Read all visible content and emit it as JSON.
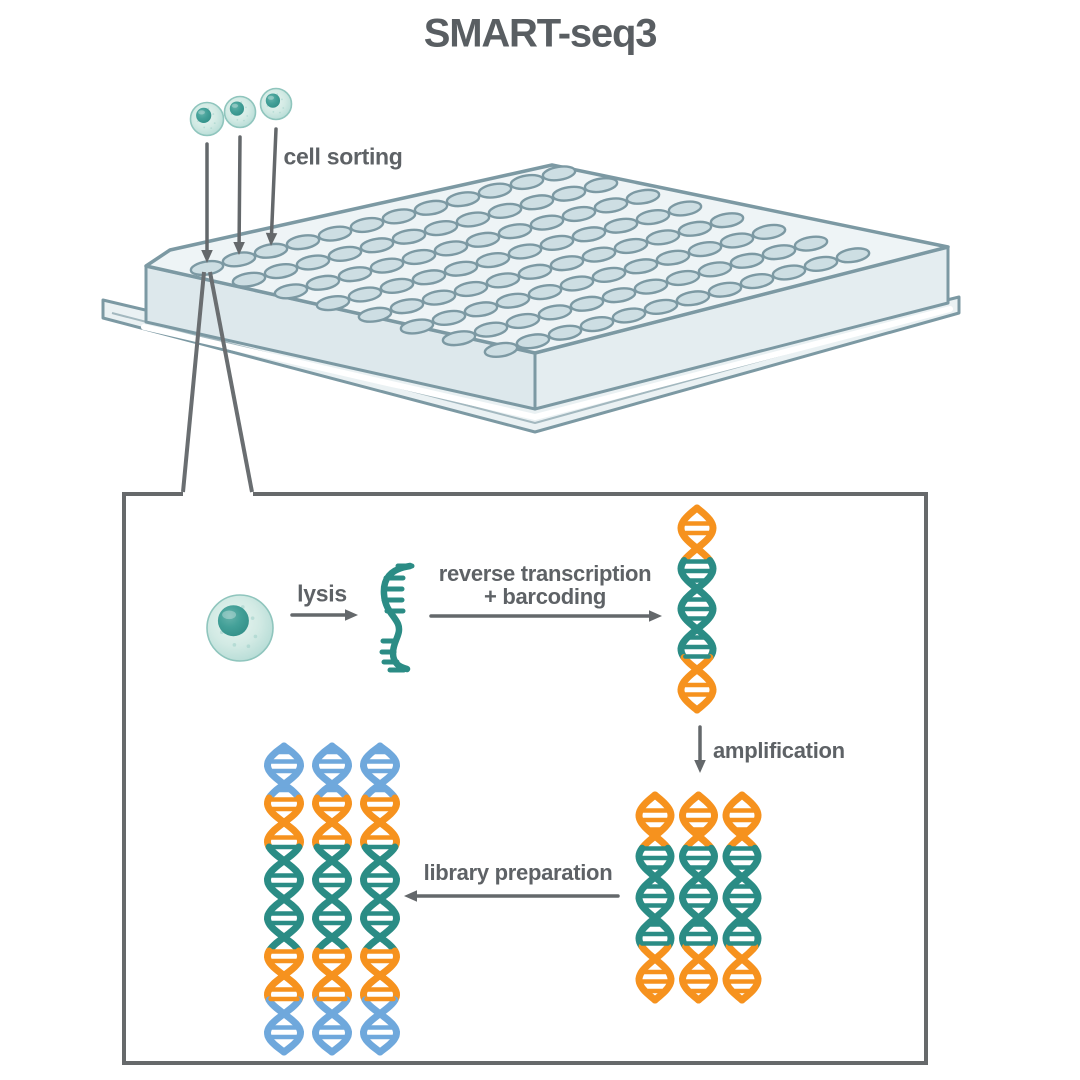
{
  "title": "SMART-seq3",
  "labels": {
    "cell_sorting": "cell sorting",
    "lysis": "lysis",
    "reverse_transcription_line1": "reverse transcription",
    "reverse_transcription_line2": "+ barcoding",
    "amplification": "amplification",
    "library_preparation": "library preparation"
  },
  "colors": {
    "teal": "#2B8C85",
    "orange": "#F6921E",
    "blue": "#6FA8DC",
    "text_gray": "#5E6266",
    "arrow_gray": "#64686B",
    "funnel_gray": "#6A6E71",
    "box_border": "#66696B",
    "plate_outline": "#7C99A3",
    "plate_top": "#EEF4F6",
    "plate_side_left": "#DDE8EC",
    "plate_side_right": "#E4EDF0",
    "plate_skirt": "#EAF1F3",
    "well_fill": "#CDDEE3",
    "cell_rim": "#8FC5BD",
    "cell_nucleus": "#2F8C85"
  },
  "plate": {
    "type": "96-well plate",
    "rows": 8,
    "cols": 12
  },
  "sorted_cells": {
    "count": 3
  },
  "workflow": {
    "rna": {
      "color": "teal"
    },
    "cdna_helix": {
      "count": 1,
      "segments": [
        {
          "color": "orange",
          "frac": 0.26
        },
        {
          "color": "teal",
          "frac": 0.48
        },
        {
          "color": "orange",
          "frac": 0.26
        }
      ]
    },
    "amplified_helices": {
      "count": 3,
      "segments": [
        {
          "color": "orange",
          "frac": 0.26
        },
        {
          "color": "teal",
          "frac": 0.48
        },
        {
          "color": "orange",
          "frac": 0.26
        }
      ]
    },
    "library_helices": {
      "count": 3,
      "segments": [
        {
          "color": "blue",
          "frac": 0.17
        },
        {
          "color": "orange",
          "frac": 0.16
        },
        {
          "color": "teal",
          "frac": 0.34
        },
        {
          "color": "orange",
          "frac": 0.16
        },
        {
          "color": "blue",
          "frac": 0.17
        }
      ]
    }
  }
}
